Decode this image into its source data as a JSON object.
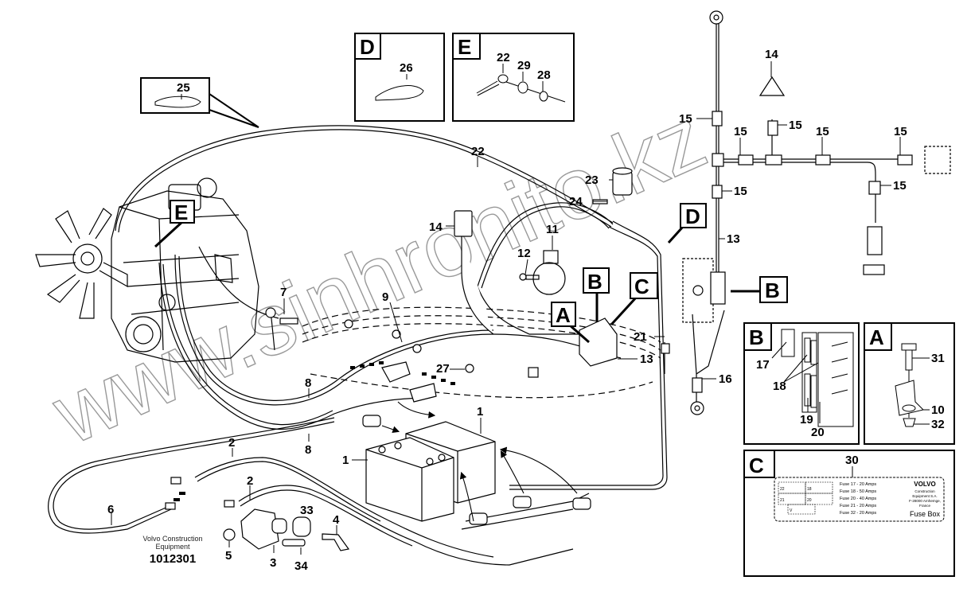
{
  "diagram": {
    "title": "Battery and electrical wiring installation",
    "publisher_line1": "Volvo Construction",
    "publisher_line2": "Equipment",
    "drawing_number": "1012301",
    "watermark": "www.sinhronito.kz",
    "colors": {
      "line": "#000000",
      "background": "#ffffff",
      "watermark": "#999999"
    }
  },
  "callouts": {
    "c1a": "1",
    "c1b": "1",
    "c2a": "2",
    "c2b": "2",
    "c3": "3",
    "c4": "4",
    "c5": "5",
    "c6": "6",
    "c7": "7",
    "c8a": "8",
    "c8b": "8",
    "c9": "9",
    "c11": "11",
    "c12": "12",
    "c13a": "13",
    "c13b": "13",
    "c14a": "14",
    "c14b": "14",
    "c15a": "15",
    "c15b": "15",
    "c15c": "15",
    "c15d": "15",
    "c15e": "15",
    "c15f": "15",
    "c15g": "15",
    "c16": "16",
    "c21": "21",
    "c22": "22",
    "c23": "23",
    "c24": "24",
    "c25": "25",
    "c27": "27",
    "c33": "33",
    "c34": "34"
  },
  "view_markers": {
    "A": "A",
    "B": "B",
    "C": "C",
    "D": "D",
    "E": "E",
    "B2": "B"
  },
  "detail_D": {
    "label": "D",
    "callout": "26"
  },
  "detail_E": {
    "label": "E",
    "callouts": [
      "22",
      "29",
      "28"
    ]
  },
  "detail_B": {
    "label": "B",
    "callouts": [
      "17",
      "18",
      "19",
      "20"
    ]
  },
  "detail_A": {
    "label": "A",
    "callouts": [
      "31",
      "10",
      "32"
    ]
  },
  "detail_C": {
    "label": "C",
    "callout": "30",
    "fuse_lines": [
      "Fuse 17 - 20 Amps",
      "Fuse 18 - 50 Amps",
      "Fuse 20 - 40 Amps",
      "Fuse 21 - 20 Amps",
      "Fuse 32 - 20 Amps"
    ],
    "brand": "VOLVO",
    "brand_sub": [
      "Construction",
      "Equipment S.A.",
      "F-28000 Arnhemge,",
      "France"
    ],
    "title": "Fuse Box",
    "cells": [
      "22",
      "18",
      "21",
      "20",
      "V"
    ]
  }
}
